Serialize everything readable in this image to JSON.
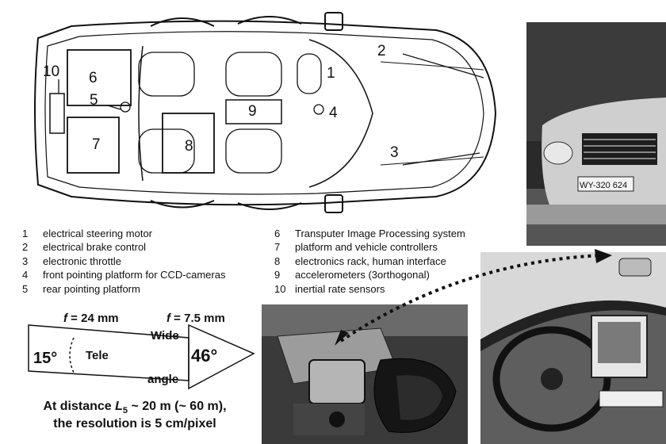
{
  "diagram": {
    "labels": [
      "1",
      "2",
      "3",
      "4",
      "5",
      "6",
      "7",
      "8",
      "9",
      "10"
    ]
  },
  "legend": {
    "left": [
      {
        "num": "1",
        "text": "electrical steering motor"
      },
      {
        "num": "2",
        "text": "electrical brake control"
      },
      {
        "num": "3",
        "text": "electronic throttle"
      },
      {
        "num": "4",
        "text": "front  pointing platform for CCD-cameras"
      },
      {
        "num": "5",
        "text": "rear pointing platform"
      }
    ],
    "right": [
      {
        "num": "6",
        "text": "Transputer Image Processing system"
      },
      {
        "num": "7",
        "text": "platform and vehicle controllers"
      },
      {
        "num": "8",
        "text": "electronics rack, human interface"
      },
      {
        "num": "9",
        "text": "accelerometers (3orthogonal)"
      },
      {
        "num": "10",
        "text": "inertial rate sensors"
      }
    ]
  },
  "fov": {
    "f_tele": "= 24 mm",
    "f_wide": "= 7.5 mm",
    "f_symbol": "f",
    "angle_tele": "15°",
    "angle_wide": "46°",
    "tele_label": "Tele",
    "wide_label": "Wide",
    "angle_label": "angle"
  },
  "resolution": {
    "line1_prefix": "At distance ",
    "L_symbol": "L",
    "L_sub": "5",
    "line1_suffix": " ~ 20 m (~ 60 m),",
    "line2": "the resolution is 5 cm/pixel"
  },
  "photos": {
    "plate_text": "WY-320 624"
  }
}
